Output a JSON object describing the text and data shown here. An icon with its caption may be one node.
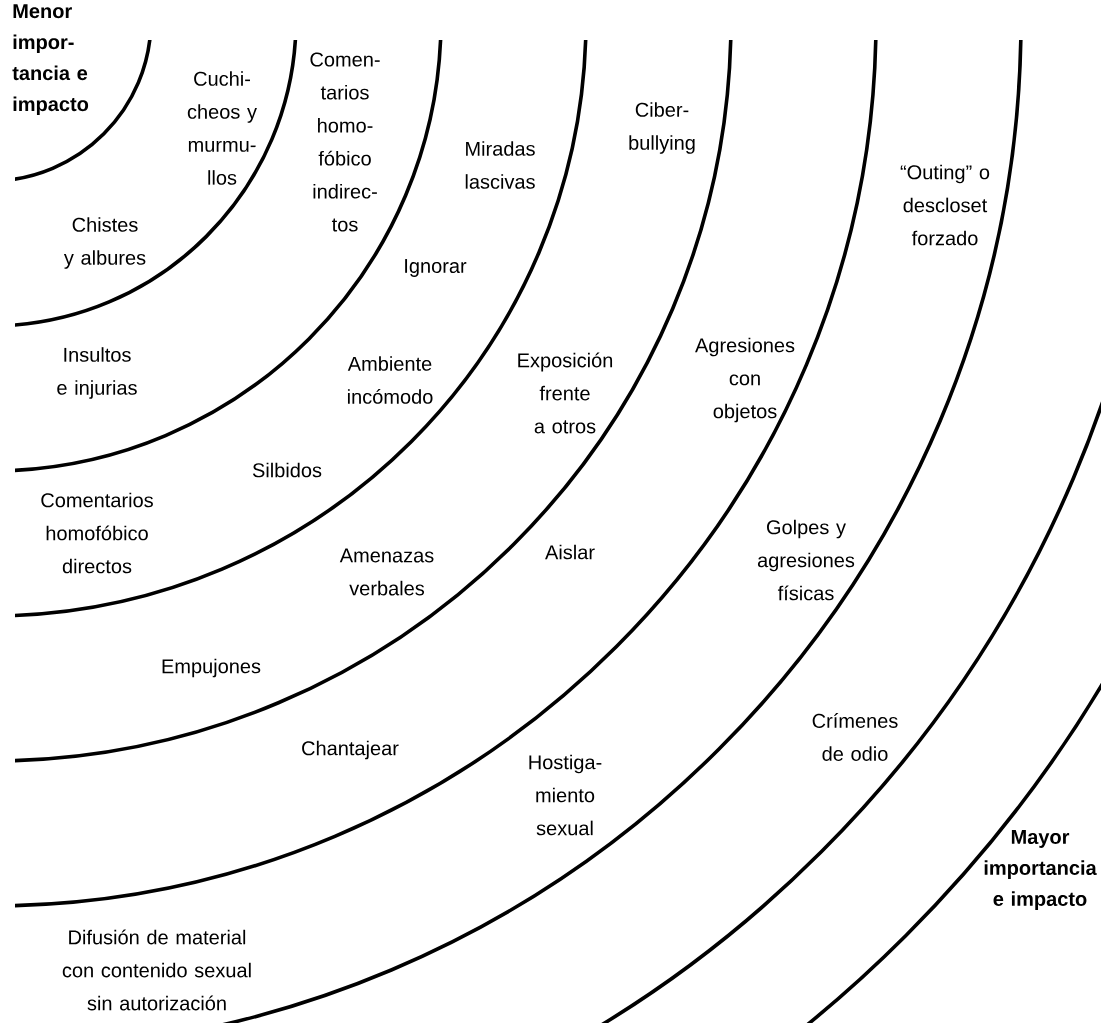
{
  "diagram": {
    "labels": [
      "Menor impor- tancia e impacto",
      "Cuchi- cheos y murmu- llos",
      "Chistes y albures",
      "Comen- tarios homo- fóbico indirec- tos",
      "Miradas lascivas",
      "Ciber- bullying",
      "“Outing” o descloset forzado",
      "Ignorar",
      "Insultos e injurias",
      "Ambiente incómodo",
      "Exposición frente a otros",
      "Agresiones con objetos",
      "Silbidos",
      "Comentarios homofóbico directos",
      "Amenazas verbales",
      "Aislar",
      "Golpes y agresiones físicas",
      "Empujones",
      "Chantajear",
      "Crímenes de odio",
      "Hostiga- miento sexual",
      "Mayor importancia e impacto",
      "Difusión de material con contenido sexual sin autorización"
    ]
  }
}
